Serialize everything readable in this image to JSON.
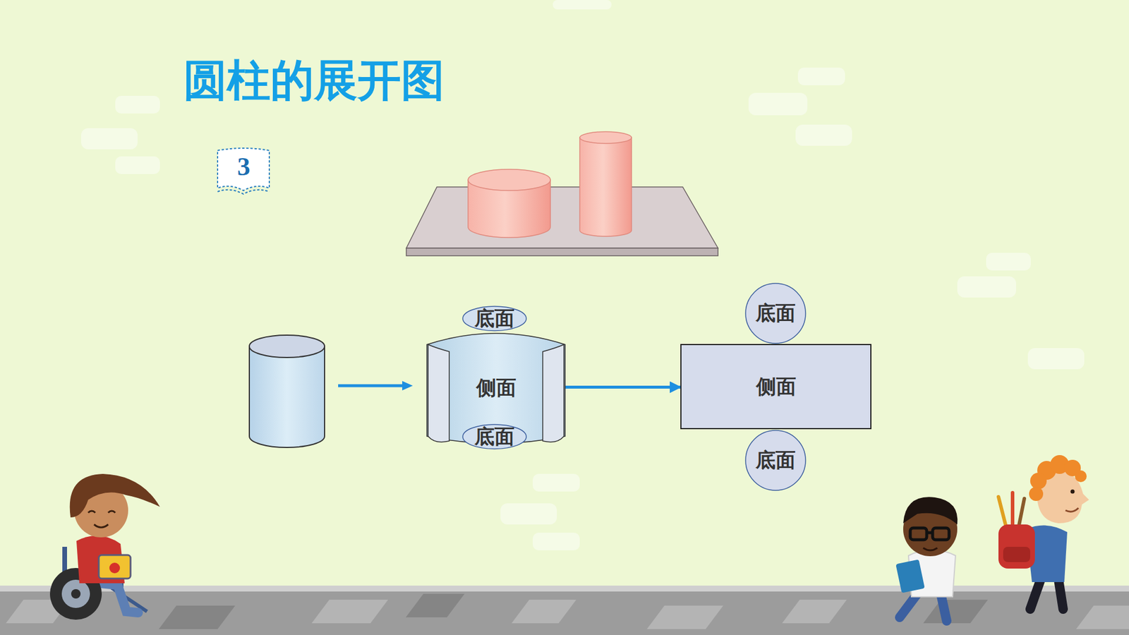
{
  "diagram": {
    "title": "圆柱的展开图",
    "nodes": [
      {
        "text": [
          "底面"
        ]
      },
      {
        "text": [
          "侧面"
        ]
      },
      {
        "text": [
          "底面"
        ]
      },
      {
        "text": [
          "底面"
        ]
      },
      {
        "text": [
          "侧面"
        ]
      },
      {
        "text": [
          "底面"
        ]
      }
    ],
    "edges": [
      {
        "from": 1,
        "to": 4,
        "arrow": "to"
      }
    ],
    "labels": [
      "3"
    ]
  }
}
